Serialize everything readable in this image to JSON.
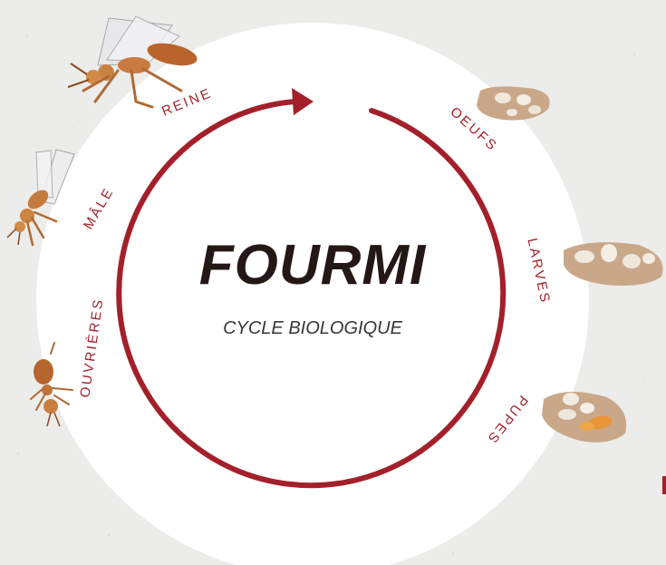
{
  "title": "FOURMI",
  "subtitle": "CYCLE BIOLOGIQUE",
  "stages": [
    "REINE",
    "OEUFS",
    "LARVES",
    "PUPES",
    "OUVRIÈRES",
    "MÂLE"
  ],
  "colors": {
    "background": "#ececea",
    "circle": "#ffffff",
    "accent": "#a3202a",
    "title": "#231815"
  },
  "icons": [
    "queen-ant-icon",
    "eggs-icon",
    "larvae-icon",
    "pupae-icon",
    "worker-ant-icon",
    "male-ant-icon"
  ]
}
